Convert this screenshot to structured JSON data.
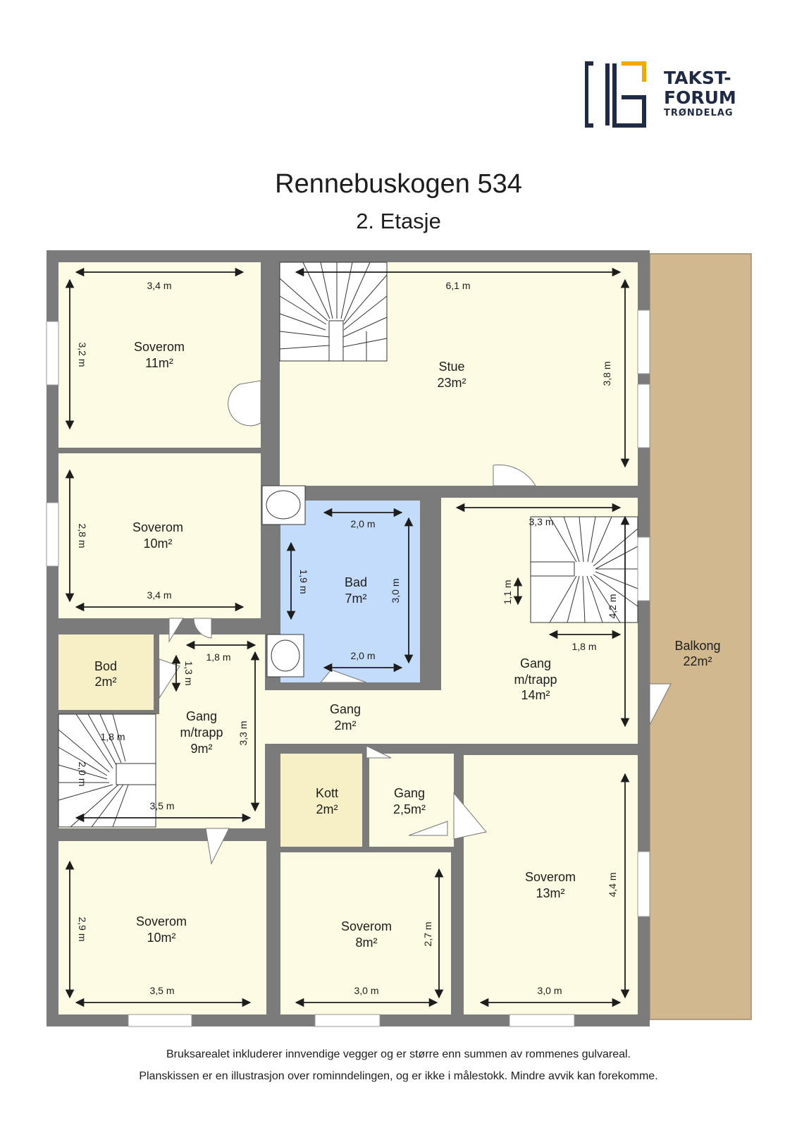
{
  "logo": {
    "line1": "TAKST-",
    "line2": "FORUM",
    "line3": "TRØNDELAG",
    "accent_color": "#f2a900",
    "navy_color": "#1f2a44"
  },
  "header": {
    "title": "Rennebuskogen 534",
    "subtitle": "2. Etasje"
  },
  "colors": {
    "wall": "#7b7b7b",
    "room": "#fdfbe3",
    "storage": "#f7f0c6",
    "bath": "#c4dcfc",
    "balcony": "#d1b88e"
  },
  "rooms": [
    {
      "id": "soverom-1",
      "name": "Soverom",
      "area": "11m²"
    },
    {
      "id": "stue",
      "name": "Stue",
      "area": "23m²"
    },
    {
      "id": "soverom-2",
      "name": "Soverom",
      "area": "10m²"
    },
    {
      "id": "bad",
      "name": "Bad",
      "area": "7m²"
    },
    {
      "id": "gang-trapp-right",
      "name": "Gang\nm/trapp",
      "area": "14m²"
    },
    {
      "id": "balkong",
      "name": "Balkong",
      "area": "22m²"
    },
    {
      "id": "bod",
      "name": "Bod",
      "area": "2m²"
    },
    {
      "id": "gang-trapp-left",
      "name": "Gang\nm/trapp",
      "area": "9m²"
    },
    {
      "id": "gang-small",
      "name": "Gang",
      "area": "2m²"
    },
    {
      "id": "kott",
      "name": "Kott",
      "area": "2m²"
    },
    {
      "id": "gang-mid",
      "name": "Gang",
      "area": "2,5m²"
    },
    {
      "id": "soverom-3",
      "name": "Soverom",
      "area": "13m²"
    },
    {
      "id": "soverom-4",
      "name": "Soverom",
      "area": "10m²"
    },
    {
      "id": "soverom-5",
      "name": "Soverom",
      "area": "8m²"
    }
  ],
  "dimensions": [
    "3,4 m",
    "3,2 m",
    "6,1 m",
    "3,8 m",
    "2,8 m",
    "3,4 m",
    "2,0 m",
    "1,9 m",
    "3,0 m",
    "2,0 m",
    "3,3 m",
    "1,1 m",
    "4,2 m",
    "1,8 m",
    "1,8 m",
    "1,3 m",
    "3,3 m",
    "1,8 m",
    "2,0 m",
    "3,5 m",
    "4,4 m",
    "2,9 m",
    "3,5 m",
    "2,7 m",
    "3,0 m",
    "3,0 m"
  ],
  "footer": {
    "line1": "Bruksarealet inkluderer innvendige vegger og er større enn summen av rommenes gulvareal.",
    "line2": "Planskissen er en illustrasjon over rominndelingen, og er ikke i målestokk. Mindre avvik kan forekomme."
  }
}
